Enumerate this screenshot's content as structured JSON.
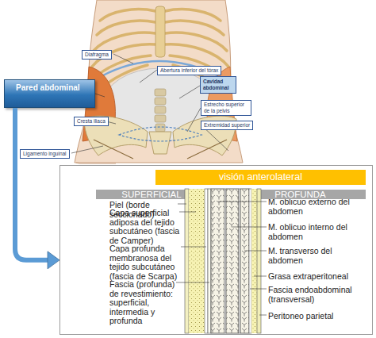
{
  "diagram": {
    "nodes": [
      {
        "text": [
          "Diafragma"
        ]
      },
      {
        "text": [
          "Abertura inferior del tórax"
        ]
      },
      {
        "text": [
          "Pared abdominal"
        ]
      },
      {
        "text": [
          "Cavidad abdominal"
        ]
      },
      {
        "text": [
          "Estrecho superior de la pelvis"
        ]
      },
      {
        "text": [
          "Cresta iliaca"
        ]
      },
      {
        "text": [
          "Extremidad superior"
        ]
      },
      {
        "text": [
          "Ligamento inguinal"
        ]
      },
      {
        "text": [
          "Piel (borde seccionado)",
          "Capa superficial adiposa del tejido subcutáneo (fascia de Camper)",
          "Capa profunda membranosa del tejido subcutáneo (fascia de Scarpa)",
          "Fascia (profunda) de revestimiento: superficial, intermedia y profunda",
          "M. oblicuo externo del abdomen",
          "M. oblicuo interno del abdomen",
          "M. transverso del abdomen",
          "Grasa extraperitoneal",
          "Fascia endoabdominal (transversal)",
          "Peritoneo parietal"
        ]
      },
      {
        "text": [
          "visión anterolateral"
        ],
        "in": 8
      },
      {
        "text": [
          "SUPERFICIAL"
        ],
        "in": 8
      },
      {
        "text": [
          "PROFUNDA"
        ],
        "in": 8
      }
    ],
    "edges": [
      {
        "from": 2,
        "to": 8,
        "arrow": "to"
      }
    ]
  }
}
